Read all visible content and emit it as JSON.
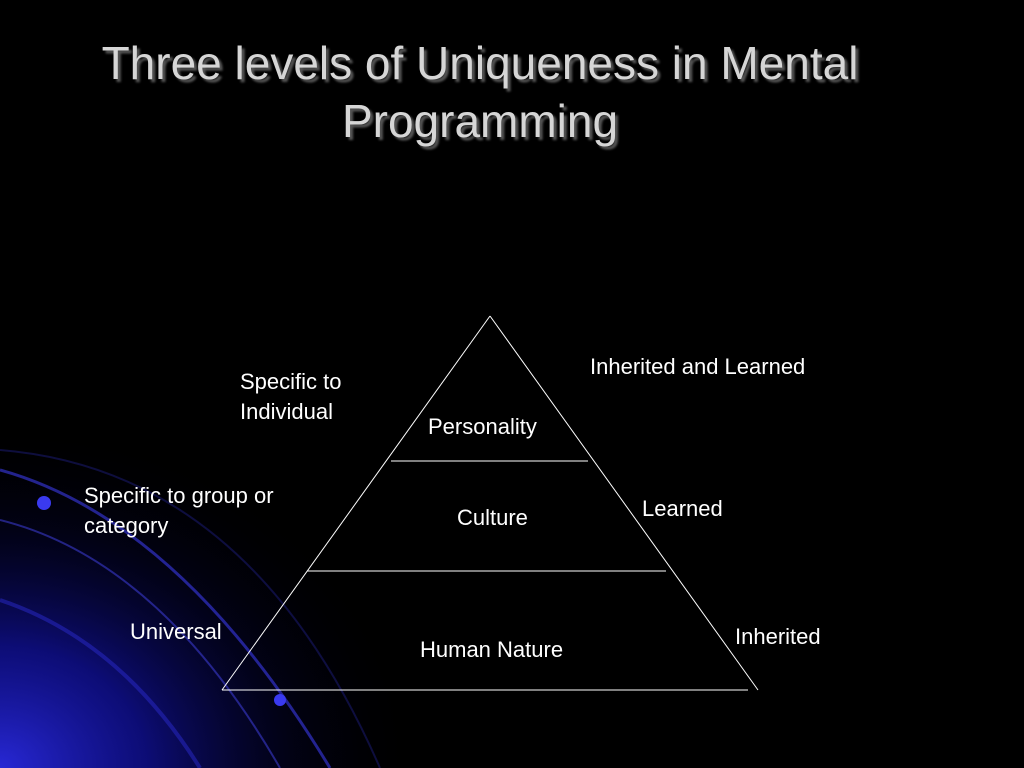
{
  "slide": {
    "title_line1": "Three levels of Uniqueness in Mental",
    "title_line2": "Programming"
  },
  "pyramid": {
    "levels": [
      "Personality",
      "Culture",
      "Human Nature"
    ]
  },
  "left_labels": {
    "individual_line1": "Specific to",
    "individual_line2": "Individual",
    "group_line1": "Specific to group or",
    "group_line2": "category",
    "universal": "Universal"
  },
  "right_labels": {
    "top": "Inherited and Learned",
    "middle": "Learned",
    "bottom": "Inherited"
  },
  "colors": {
    "background": "#000000",
    "title": "#d6d6d6",
    "text": "#ffffff",
    "deco_blue": "#1a1ad8"
  }
}
